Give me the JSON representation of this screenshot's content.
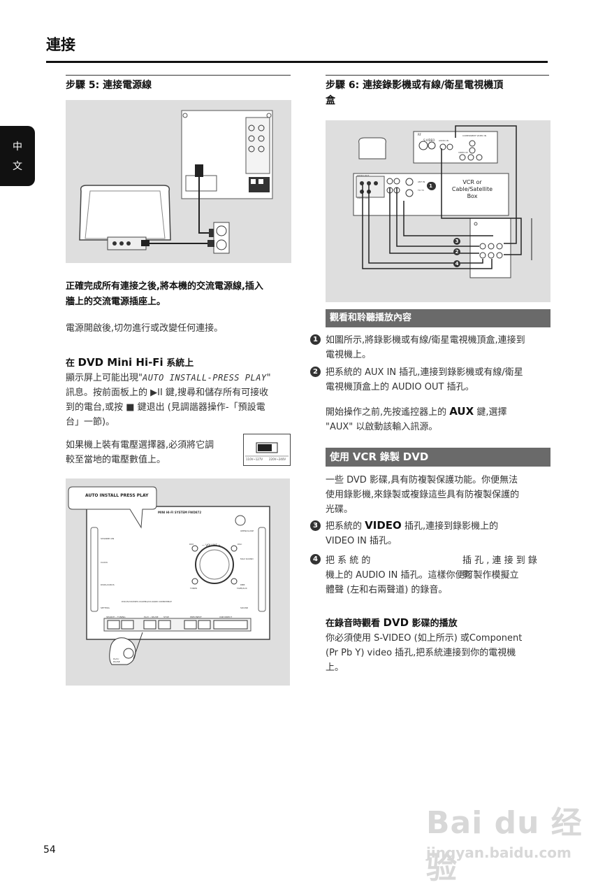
{
  "header": {
    "title": "連接",
    "lang_tab": [
      "中",
      "文"
    ]
  },
  "left": {
    "step5_title": "步驟 5: 連接電源線",
    "bold_instruction": [
      "正確完成所有連接之後,將本機的交流電源線,插入",
      "牆上的交流電源插座上。"
    ],
    "caution": "電源開啟後,切勿進行或改變任何連接。",
    "sub_title_prefix": "在",
    "sub_title_big": "DVD Mini Hi-Fi",
    "sub_title_suffix": "系統上",
    "para1_a": "顯示屏上可能出現\"",
    "para1_lcd": "AUTO INSTALL-PRESS PLAY",
    "para1_b": "\"",
    "para1_lines": [
      "訊息。按前面板上的 ▶II 鍵,搜尋和儲存所有可接收",
      "到的電台,或按 ■ 鍵退出 (見調諧器操作-「預設電",
      "台」一節)。"
    ],
    "para2_lines": [
      "如果機上裝有電壓選擇器,必須將它調",
      "較至當地的電壓數值上。"
    ],
    "voltage_labels": [
      "110V~127V",
      "220V~240V"
    ],
    "fig2": {
      "callout": "AUTO INSTALL PRESS PLAY",
      "model": "MINI HI-FI SYSTEM FWD872",
      "volume": "— VOLUME +",
      "labels": [
        "STANDBY-ON",
        "CLOCK",
        "DISPLAY/RDS",
        "SETTING",
        "DIM",
        "DSC",
        "OPEN/CLOSE",
        "MAX SOUND",
        "DBB",
        "TUNER",
        "TAPE/AUX",
        "SOUND"
      ],
      "buttons": [
        "SEARCH • TUNING",
        "PLAY • PAUSE",
        "STOP",
        "PREV/NEXT",
        "USB DIRECT"
      ],
      "dvd_line": "DVD/SVCD/MP3-CD/WMA/CD-R/RW COMPATIBLE",
      "hand_label": "PLAY/\nPAUSE"
    }
  },
  "right": {
    "step6_title_lines": [
      "步驟 6: 連接錄影機或有線/衛星電視機頂",
      "盒"
    ],
    "fig3": {
      "box_label": [
        "VCR or",
        "Cable/Satellite",
        "Box"
      ],
      "tv_labels": [
        "RF",
        "S-VIDEO",
        "AUDIO IN",
        "COMPONENT VIDEO IN",
        "VIDEO IN"
      ],
      "jacks": [
        "ANT IN",
        "TO TV",
        "AUDIO OUT",
        "VIDEO OUT"
      ],
      "steps": [
        "1",
        "2",
        "3",
        "4"
      ]
    },
    "bar1": "觀看和聆聽播放內容",
    "item1": {
      "n": "1",
      "lines": [
        "如圖所示,將錄影機或有線/衛星電視機頂盒,連接到",
        "電視機上。"
      ]
    },
    "item2": {
      "n": "2",
      "lines": [
        "把系統的 AUX IN 插孔,連接到錄影機或有線/衛星",
        "電視機頂盒上的 AUDIO OUT 插孔。"
      ]
    },
    "aux_a": "開始操作之前,先按遙控器上的",
    "aux_key": "AUX",
    "aux_b": "鍵,選擇",
    "aux_line2": "\"AUX\" 以啟動該輸入訊源。",
    "bar2_prefix": "使用",
    "bar2_big": "VCR",
    "bar2_mid": "錄製",
    "bar2_big2": "DVD",
    "dvd_text_lines": [
      "一些 DVD 影碟,具有防複製保護功能。你便無法",
      "使用錄影機,來錄製或複錄這些具有防複製保護的",
      "光碟。"
    ],
    "item3": {
      "n": "3",
      "a": "把系統的",
      "key": "VIDEO",
      "b": "插孔,連接到錄影機上的",
      "line2": "VIDEO IN 插孔。"
    },
    "item4": {
      "n": "4",
      "a": "把 系 統 的",
      "b": "插 孔 , 連 接 到 錄 影",
      "lines": [
        "機上的 AUDIO IN 插孔。這樣你便可製作模擬立",
        "體聲 (左和右兩聲道) 的錄音。"
      ]
    },
    "sub2_prefix": "在錄音時觀看",
    "sub2_big": "DVD",
    "sub2_suffix": "影碟的播放",
    "final_lines": [
      "你必須使用 S-VIDEO (如上所示) 或Component",
      "(Pr Pb Y) video 插孔,把系統連接到你的電視機",
      "上。"
    ]
  },
  "footer": {
    "page_number": "54",
    "watermark": "Bai du 经验",
    "watermark_url": "jingyan.baidu.com"
  }
}
